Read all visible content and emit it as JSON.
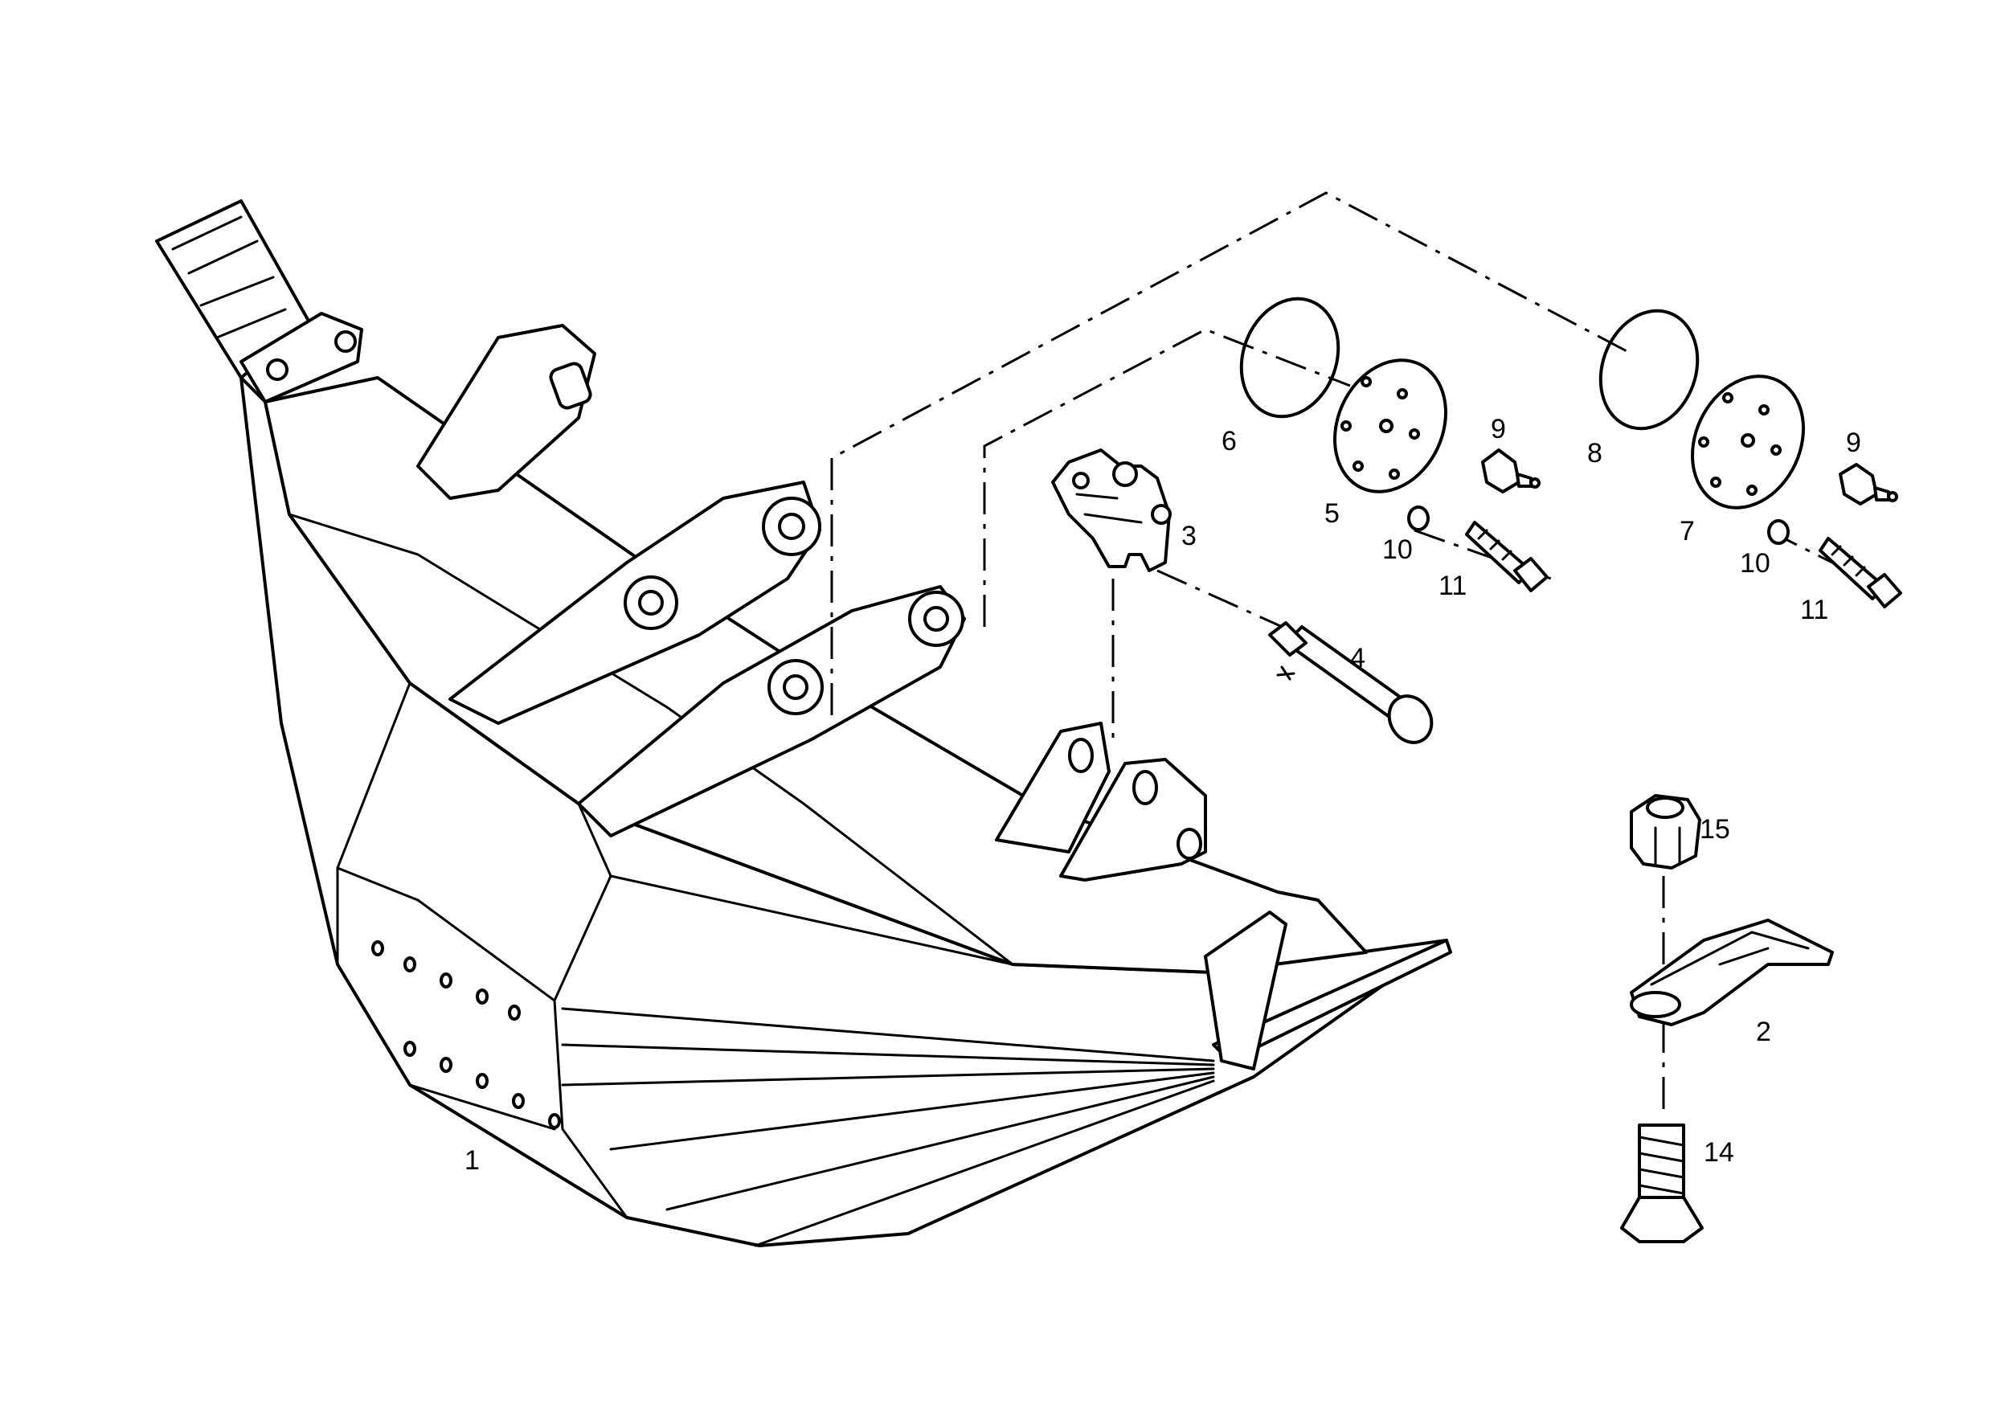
{
  "labels": {
    "p1": "1",
    "p2": "2",
    "p3": "3",
    "p4": "4",
    "p5": "5",
    "p6": "6",
    "p7": "7",
    "p8": "8",
    "p9a": "9",
    "p9b": "9",
    "p10a": "10",
    "p10b": "10",
    "p11a": "11",
    "p11b": "11",
    "p14": "14",
    "p15": "15"
  }
}
